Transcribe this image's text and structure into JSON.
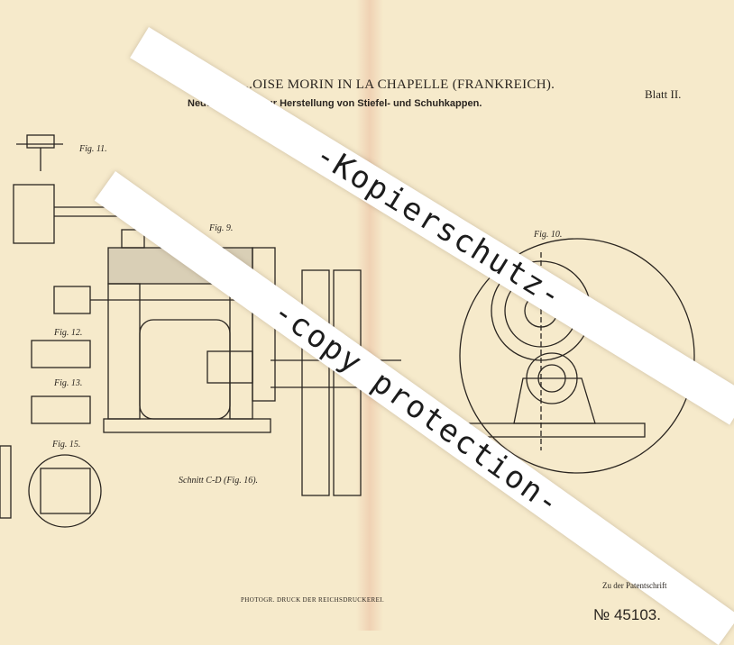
{
  "header": {
    "title": "...OISE MORIN IN LA CHAPELLE (FRANKREICH).",
    "subtitle": "Neuerung an ... zur Herstellung von Stiefel- und Schuhkappen.",
    "sheet": "Blatt II."
  },
  "figures": {
    "fig9": "Fig. 9.",
    "fig10": "Fig. 10.",
    "fig11": "Fig. 11.",
    "fig12": "Fig. 12.",
    "fig13": "Fig. 13.",
    "fig15": "Fig. 15.",
    "section": "Schnitt C-D (Fig. 16)."
  },
  "footer": {
    "printer": "PHOTOGR. DRUCK DER REICHSDRUCKEREI.",
    "patent_label": "Zu der Patentschrift",
    "patent_number": "№ 45103."
  },
  "watermarks": {
    "line1": "-Kopierschutz-",
    "line2": "-copy protection-"
  }
}
